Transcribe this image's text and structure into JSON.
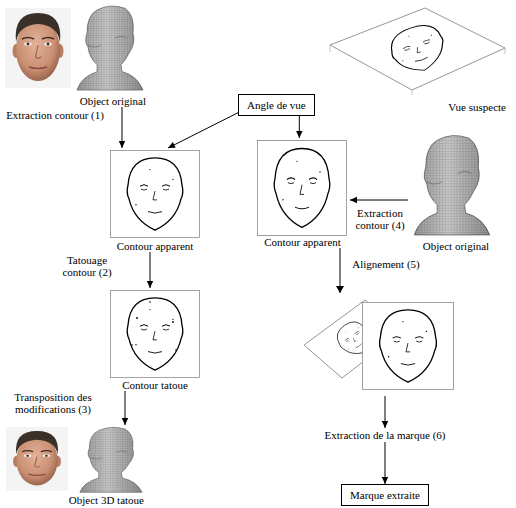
{
  "diagram": {
    "nodes": [
      {
        "text": [
          "Object original"
        ]
      },
      {
        "text": [
          "Angle de vue"
        ]
      },
      {
        "text": [
          "Vue suspecte"
        ]
      },
      {
        "text": [
          "Contour apparent"
        ]
      },
      {
        "text": [
          "Contour apparent"
        ]
      },
      {
        "text": [
          "Object original"
        ]
      },
      {
        "text": [
          "Contour tatoue"
        ]
      },
      {
        "text": [
          "Object 3D tatoue"
        ]
      },
      {
        "text": [
          "Extraction de la marque (6)"
        ]
      },
      {
        "text": [
          "Marque extraite"
        ]
      }
    ],
    "edges": [
      {
        "from": 0,
        "to": 3,
        "arrow": "to",
        "label": "Extraction contour (1)"
      },
      {
        "from": 1,
        "to": 3,
        "arrow": "to"
      },
      {
        "from": 1,
        "to": 4,
        "arrow": "to"
      },
      {
        "from": 5,
        "to": 4,
        "arrow": "to",
        "label": "Extraction contour (4)"
      },
      {
        "from": 3,
        "to": 6,
        "arrow": "to",
        "label": "Tatouage contour (2)"
      },
      {
        "from": 6,
        "to": 7,
        "arrow": "to",
        "label": "Transposition des modifications (3)"
      },
      {
        "from": 4,
        "to": 8,
        "arrow": "to",
        "label": "Alignement (5)"
      },
      {
        "from": 8,
        "to": 9,
        "arrow": "to"
      }
    ]
  }
}
